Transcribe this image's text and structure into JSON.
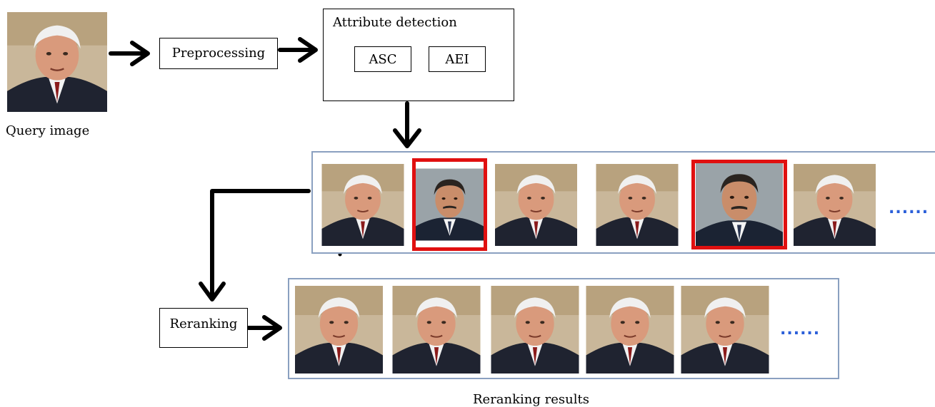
{
  "query_label": "Query image",
  "preprocessing_label": "Preprocessing",
  "attribute_detection_label": "Attribute detection",
  "asc_label": "ASC",
  "aei_label": "AEI",
  "reranking_label": "Reranking",
  "reranking_results_label": "Reranking results",
  "ellipsis": "......",
  "colors": {
    "highlight": "#e01010",
    "strip_border": "#8aa0c0",
    "dots": "#2b5fd9"
  },
  "retrieved_images": [
    {
      "subject": "white-haired man in suit",
      "highlighted": false
    },
    {
      "subject": "dark-haired man with mustache",
      "highlighted": true
    },
    {
      "subject": "white-haired man in suit",
      "highlighted": false
    },
    {
      "subject": "white-haired man in suit",
      "highlighted": false
    },
    {
      "subject": "dark-haired man with mustache",
      "highlighted": true
    },
    {
      "subject": "white-haired man in suit",
      "highlighted": false
    }
  ],
  "reranked_images": [
    {
      "subject": "white-haired man in suit"
    },
    {
      "subject": "white-haired man in suit"
    },
    {
      "subject": "white-haired man in suit"
    },
    {
      "subject": "white-haired man in suit"
    },
    {
      "subject": "white-haired man in suit"
    }
  ]
}
